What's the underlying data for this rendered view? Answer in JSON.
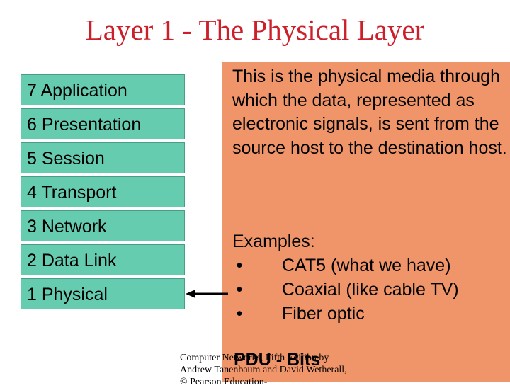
{
  "slide": {
    "title": "Layer 1 - The Physical Layer"
  },
  "layers": [
    {
      "label": "7  Application"
    },
    {
      "label": "6  Presentation"
    },
    {
      "label": "5  Session"
    },
    {
      "label": "4  Transport"
    },
    {
      "label": "3  Network"
    },
    {
      "label": "2  Data Link"
    },
    {
      "label": "1  Physical"
    }
  ],
  "panel": {
    "description": "This is the physical media through which the data, represented as electronic signals, is sent  from the source host to the destination host.",
    "examples_heading": "Examples:",
    "examples": [
      "CAT5 (what we have)",
      "Coaxial (like cable TV)",
      "Fiber optic"
    ],
    "bullet_glyph": "•",
    "pdu": "PDU - Bits",
    "background_color": "#f0956a"
  },
  "footer": {
    "credit": "Computer Networks, Fifth Edition by Andrew Tanenbaum and David Wetherall, © Pearson Education-"
  },
  "colors": {
    "title": "#cc1f2a",
    "layer_fill": "#66ccb0"
  }
}
